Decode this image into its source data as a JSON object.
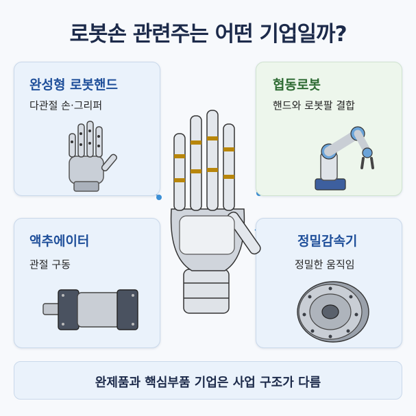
{
  "title": "로봇손 관련주는 어떤 기업일까?",
  "cards": [
    {
      "title": "완성형 로봇핸드",
      "subtitle": "다관절 손·그리퍼",
      "icon": "robot-hand-icon"
    },
    {
      "title": "협동로봇",
      "subtitle": "핸드와 로봇팔 결합",
      "icon": "robot-arm-icon"
    },
    {
      "title": "액추에이터",
      "subtitle": "관절 구동",
      "icon": "actuator-icon"
    },
    {
      "title": "정밀감속기",
      "subtitle": "정밀한 움직임",
      "icon": "reducer-icon"
    }
  ],
  "footer": "완제품과 핵심부품 기업은 사업 구조가 다름",
  "colors": {
    "accent": "#1f4f9a",
    "green": "#2e6b33",
    "connector": "#3b8fd6"
  }
}
